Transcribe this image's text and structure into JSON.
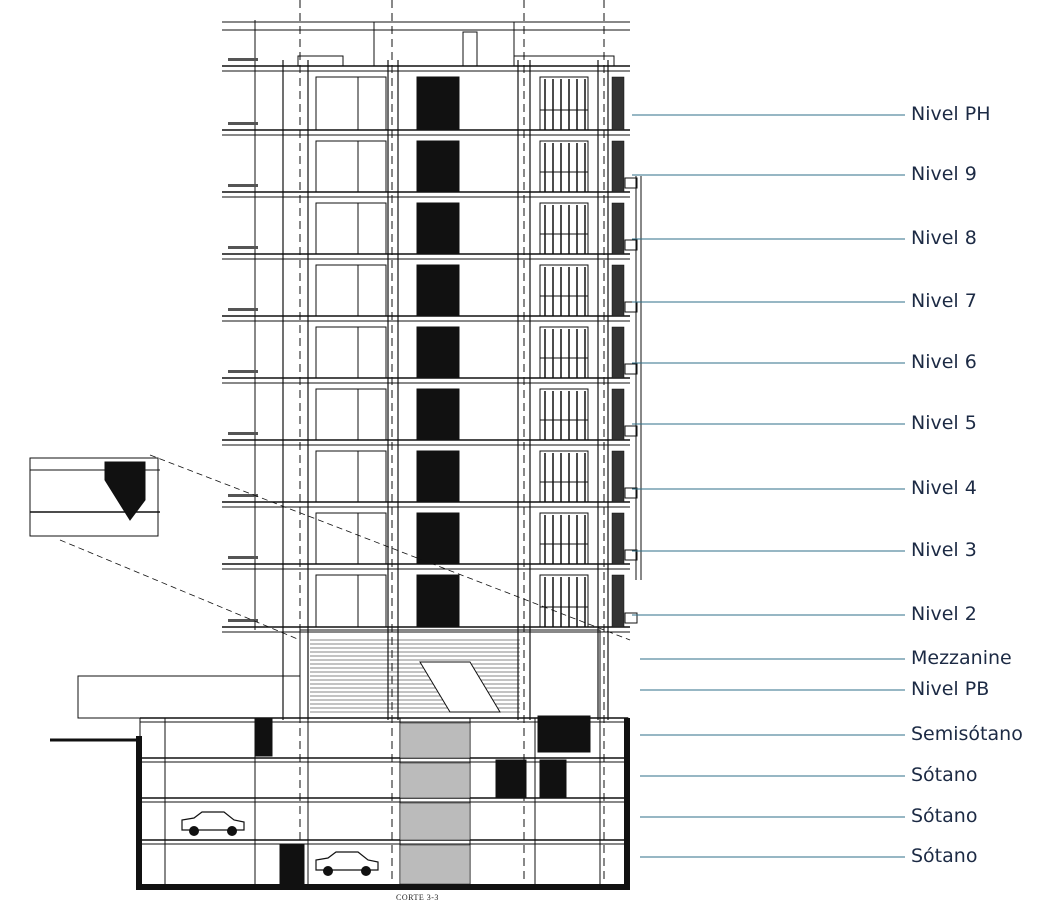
{
  "levels": [
    {
      "label": "Nivel PH"
    },
    {
      "label": "Nivel 9"
    },
    {
      "label": "Nivel 8"
    },
    {
      "label": "Nivel 7"
    },
    {
      "label": "Nivel 6"
    },
    {
      "label": "Nivel 5"
    },
    {
      "label": "Nivel 4"
    },
    {
      "label": "Nivel 3"
    },
    {
      "label": "Nivel 2"
    },
    {
      "label": "Mezzanine"
    },
    {
      "label": "Nivel PB"
    },
    {
      "label": "Semisótano"
    },
    {
      "label": "Sótano"
    },
    {
      "label": "Sótano"
    },
    {
      "label": "Sótano"
    }
  ],
  "caption": "CORTE 3-3",
  "colors": {
    "leader": "#2f6f88",
    "label": "#1c2a44",
    "ink": "#111111"
  }
}
